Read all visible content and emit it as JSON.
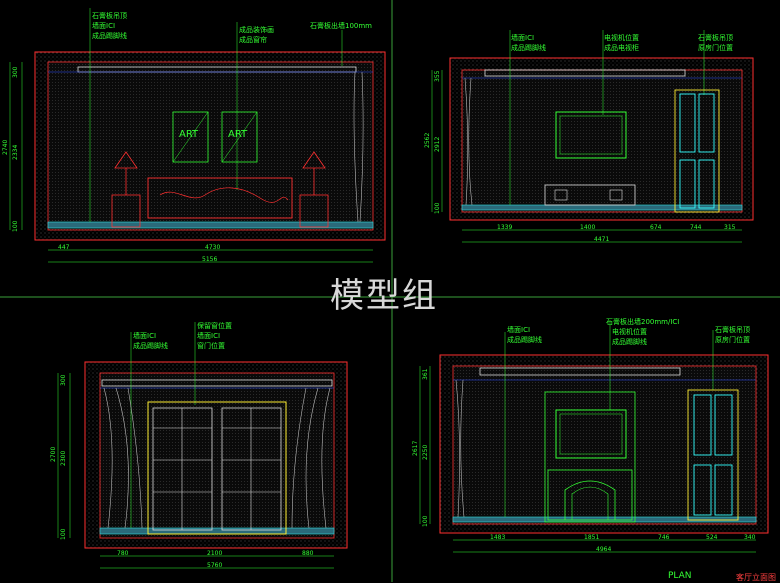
{
  "watermark": "模型组",
  "footer": {
    "plan": "PLAN",
    "title": "客厅立面图"
  },
  "elev1": {
    "labels": [
      "石膏板吊顶",
      "墙面ICI",
      "成品踢脚线",
      "成品装饰画",
      "成品窗帘",
      "石膏板出墙100mm"
    ],
    "art": [
      "ART",
      "ART"
    ],
    "dims_h": [
      "447",
      "4730",
      "5156"
    ],
    "dims_v": [
      "300",
      "2740",
      "2334",
      "100"
    ]
  },
  "elev2": {
    "labels": [
      "墙面ICI",
      "成品踢脚线",
      "电视机位置",
      "成品电视柜",
      "石膏板吊顶",
      "原房门位置"
    ],
    "dims_h": [
      "1339",
      "1400",
      "674",
      "744",
      "315",
      "4471"
    ],
    "dims_v": [
      "355",
      "2562",
      "2912",
      "100"
    ]
  },
  "elev3": {
    "labels": [
      "墙面ICI",
      "成品踢脚线",
      "保留窗位置",
      "墙面ICI",
      "窗门位置"
    ],
    "dims_h": [
      "780",
      "2100",
      "880",
      "5760"
    ],
    "dims_v": [
      "300",
      "2700",
      "2300",
      "100"
    ]
  },
  "elev4": {
    "labels": [
      "墙面ICI",
      "成品踢脚线",
      "石膏板出墙200mm/ICI",
      "电视机位置",
      "成品踢脚线",
      "石膏板吊顶",
      "原房门位置"
    ],
    "dims_h": [
      "1483",
      "1851",
      "746",
      "524",
      "340",
      "4964"
    ],
    "dims_v": [
      "361",
      "2617",
      "2250",
      "100"
    ]
  }
}
